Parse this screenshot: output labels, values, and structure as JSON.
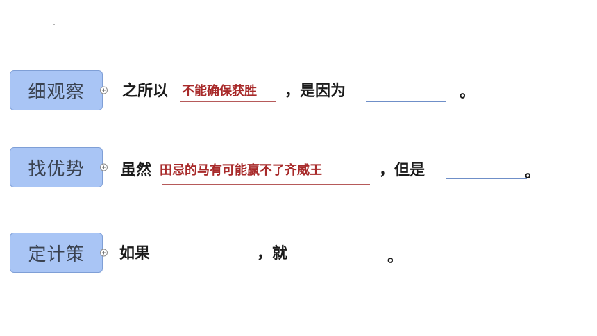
{
  "rows": [
    {
      "node": "细观察",
      "prefix": "之所以",
      "answer": "不能确保获胜",
      "middle": "，是因为",
      "end": "。"
    },
    {
      "node": "找优势",
      "prefix": "虽然",
      "answer": "田忌的马有可能赢不了齐威王",
      "middle": "，但是",
      "end": "。"
    },
    {
      "node": "定计策",
      "prefix": "如果",
      "middle": "，就",
      "end": "。"
    }
  ],
  "colors": {
    "node_fill": "#a9c5f5",
    "node_border": "#7f9fd6",
    "answer_text": "#a82a2a",
    "blank_line": "#6f8fc8"
  }
}
